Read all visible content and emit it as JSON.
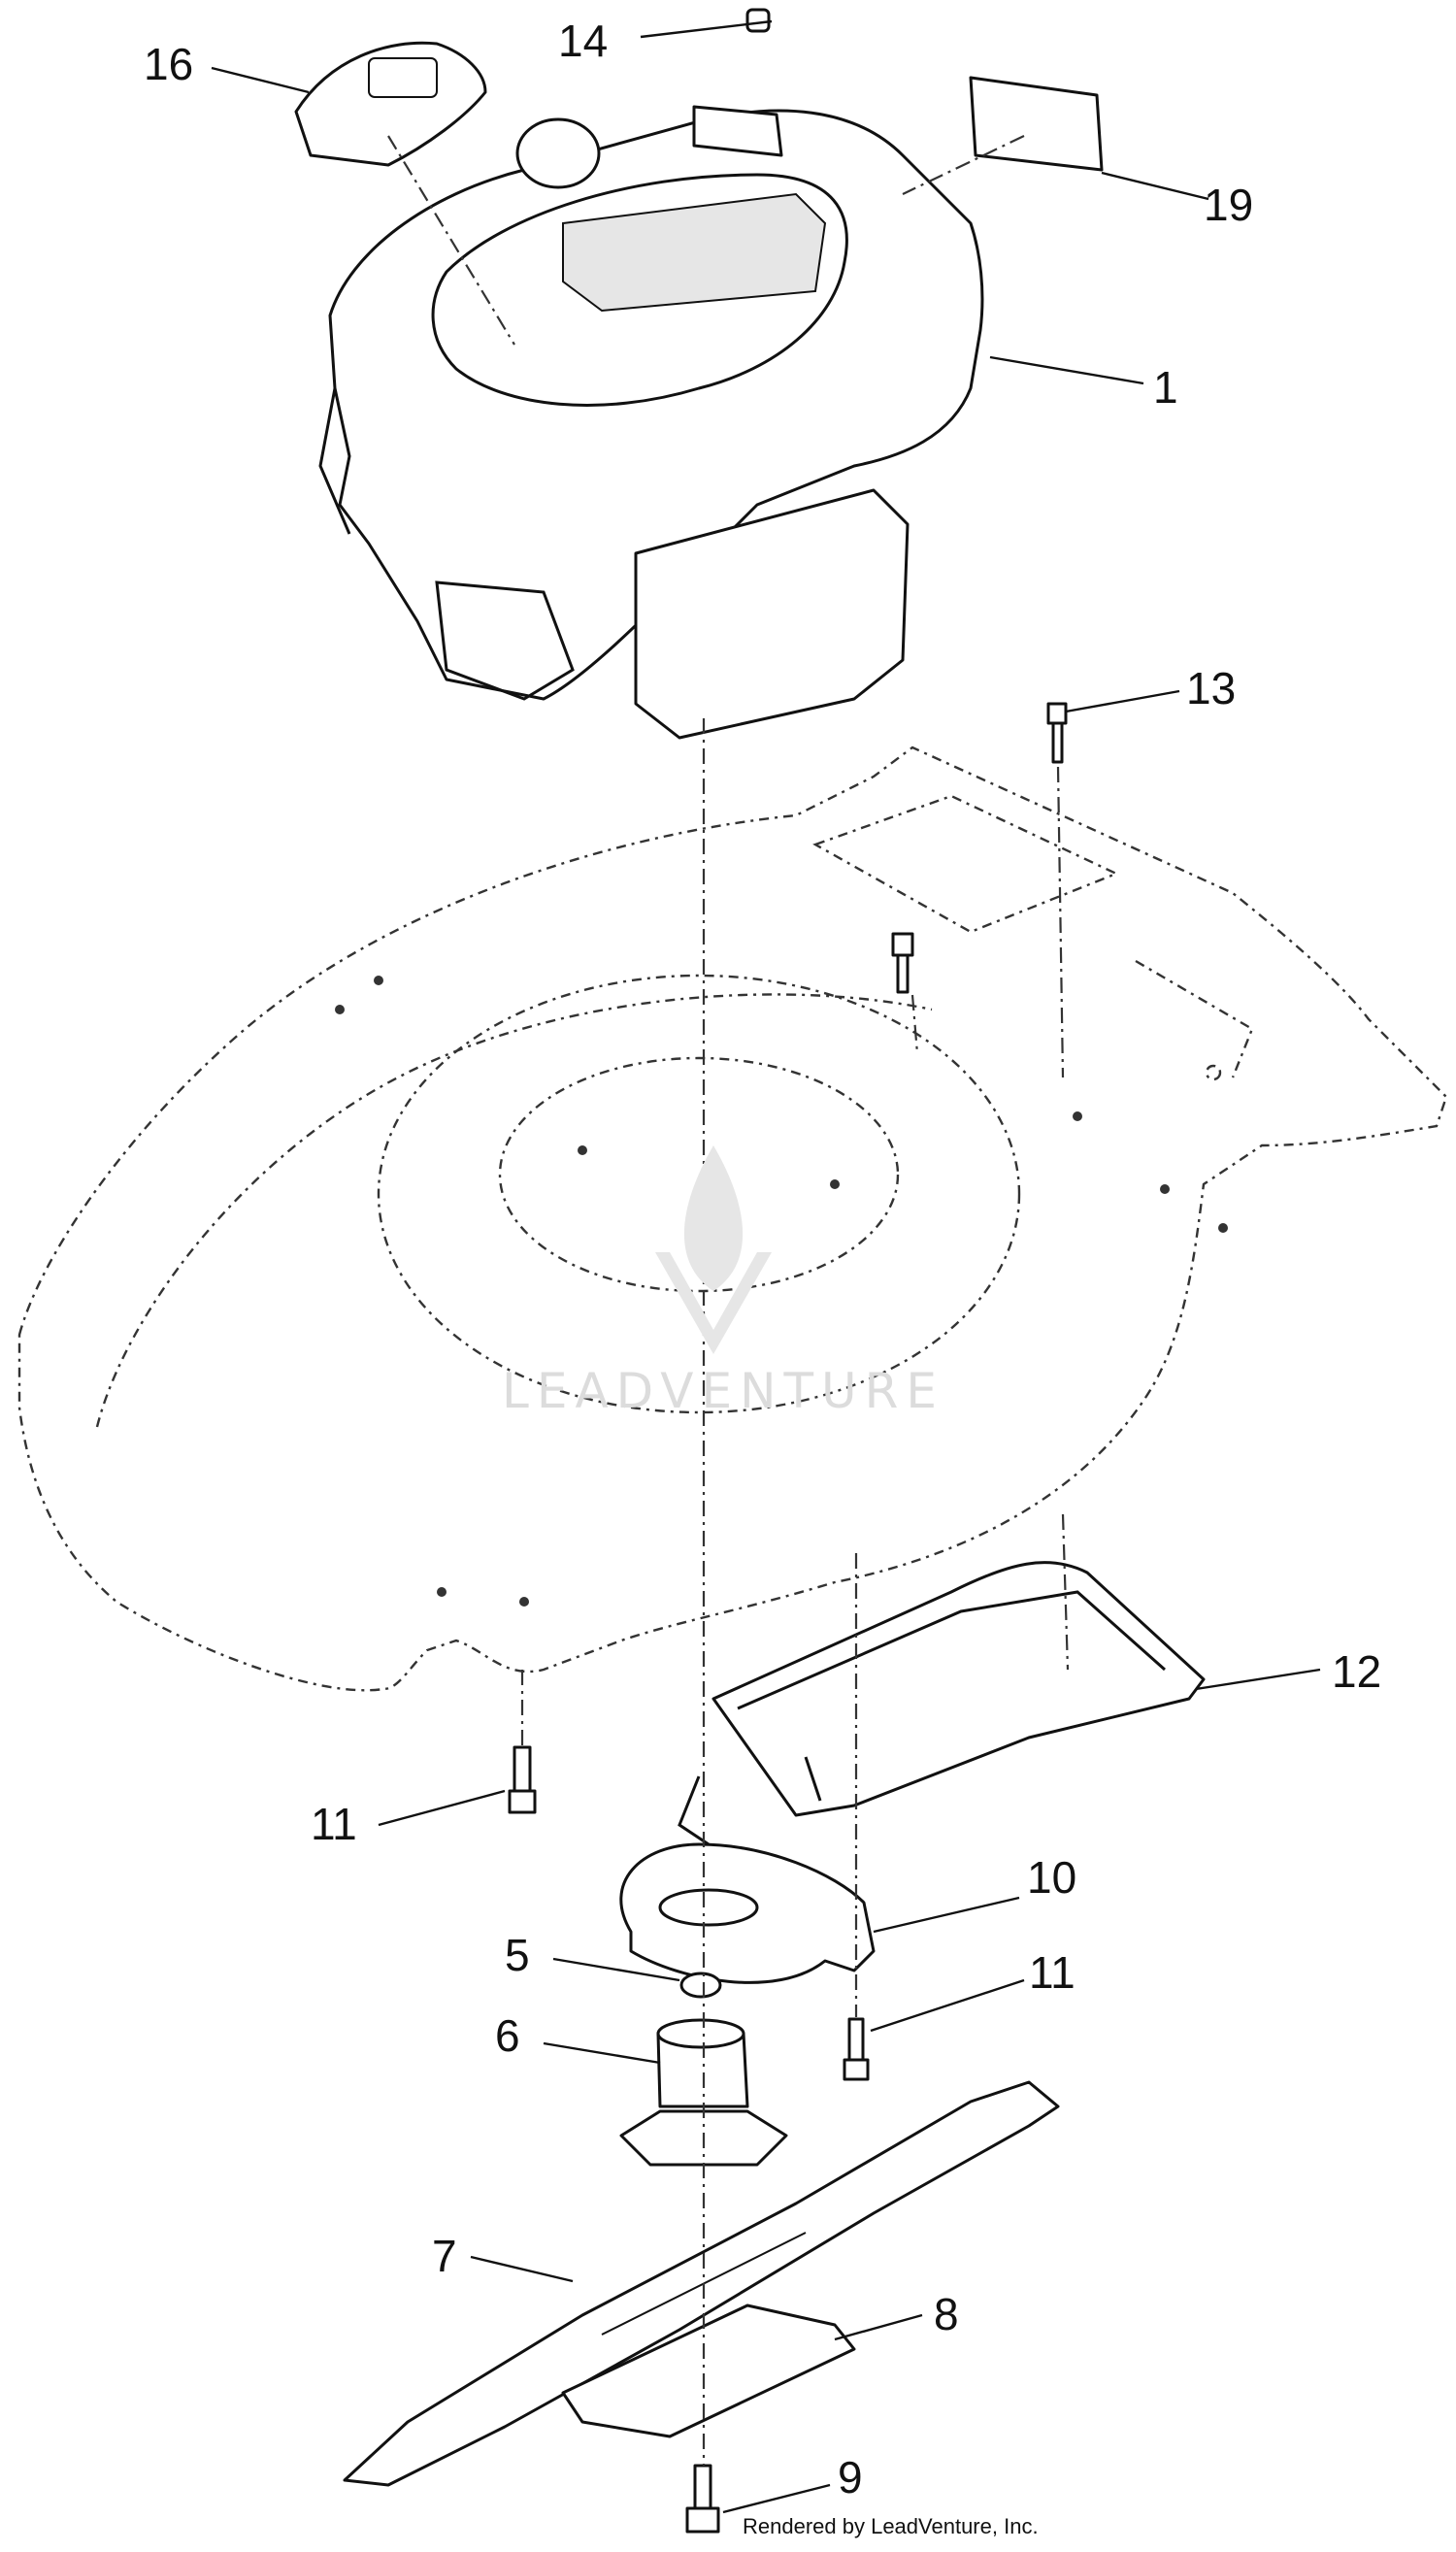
{
  "callouts": {
    "c1": "1",
    "c5": "5",
    "c6": "6",
    "c7": "7",
    "c8": "8",
    "c9": "9",
    "c10": "10",
    "c11a": "11",
    "c11b": "11",
    "c12": "12",
    "c13": "13",
    "c14": "14",
    "c16": "16",
    "c19": "19"
  },
  "watermark": "LEADVENTURE",
  "footer": "Rendered by LeadVenture, Inc."
}
